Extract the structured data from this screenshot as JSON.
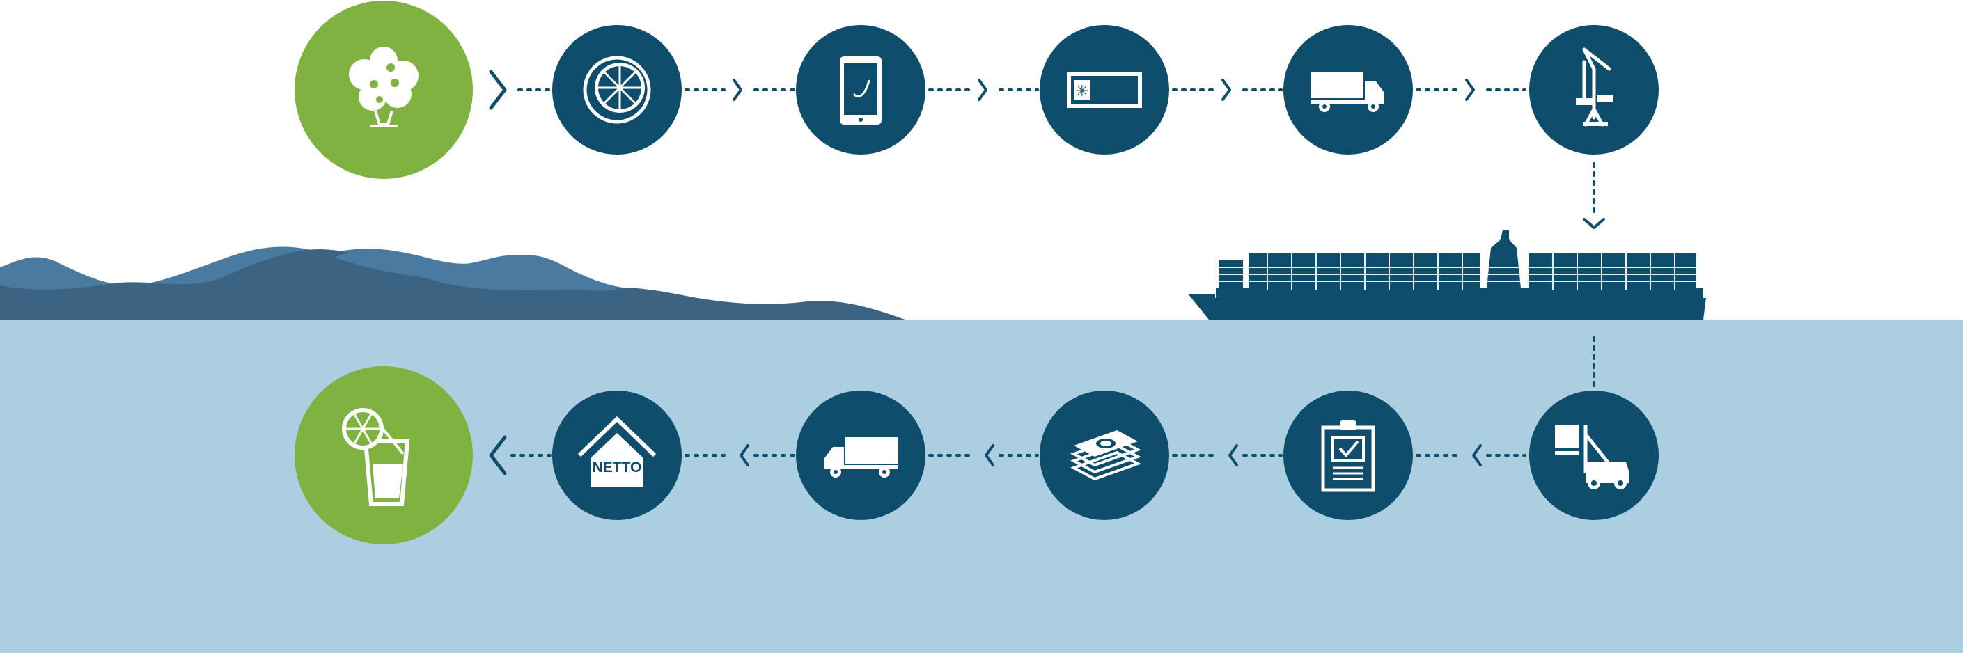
{
  "colors": {
    "background": "#ffffff",
    "water": "#abcfe1",
    "hill_back": "#4a7a9f",
    "hill_front": "#3d6382",
    "node_dark": "#0e4d6c",
    "node_green": "#7fb241",
    "connector": "#0e4d6c",
    "icon": "#ffffff"
  },
  "top_row": [
    {
      "id": "orange-tree",
      "icon": "tree-icon",
      "style": "green"
    },
    {
      "id": "orange-fruit",
      "icon": "orange-slice-icon",
      "style": "dark"
    },
    {
      "id": "phone-order",
      "icon": "smartphone-icon",
      "style": "dark"
    },
    {
      "id": "container",
      "icon": "shipping-container-icon",
      "style": "dark"
    },
    {
      "id": "truck-to-port",
      "icon": "truck-icon",
      "style": "dark"
    },
    {
      "id": "port-crane",
      "icon": "port-crane-icon",
      "style": "dark"
    }
  ],
  "bottom_row": [
    {
      "id": "orange-juice",
      "icon": "juice-glass-icon",
      "style": "green"
    },
    {
      "id": "netto-store",
      "icon": "store-icon",
      "style": "dark",
      "label": "NETTO"
    },
    {
      "id": "delivery-truck",
      "icon": "truck-icon",
      "style": "dark"
    },
    {
      "id": "payment",
      "icon": "money-stack-icon",
      "style": "dark"
    },
    {
      "id": "customs-document",
      "icon": "clipboard-check-icon",
      "style": "dark"
    },
    {
      "id": "unloading",
      "icon": "forklift-icon",
      "style": "dark"
    }
  ],
  "ship": {
    "icon": "container-ship-icon"
  }
}
